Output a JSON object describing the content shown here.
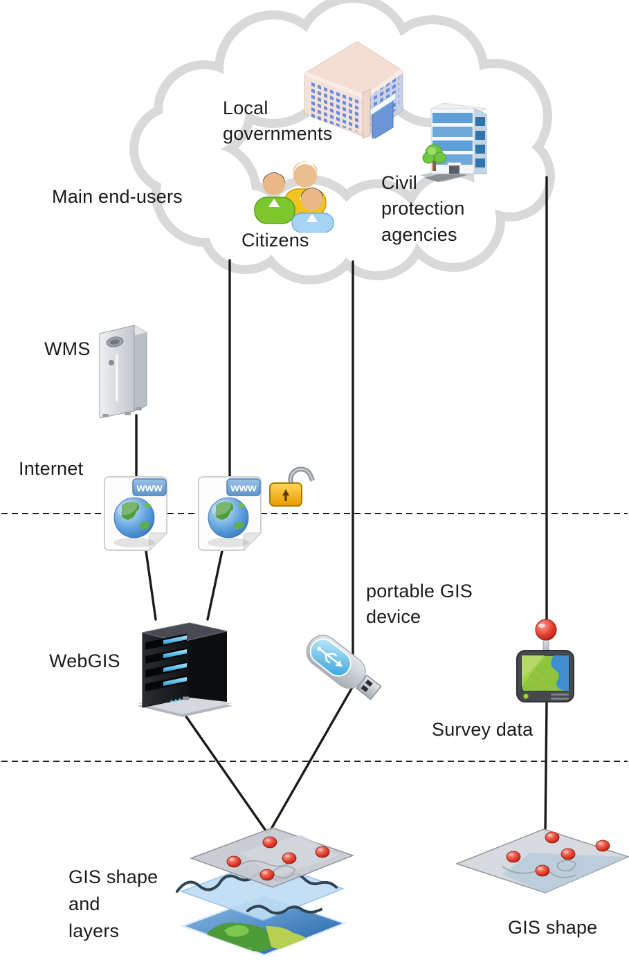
{
  "labels": {
    "main_end_users": "Main end-users",
    "local_governments": "Local\ngovernments",
    "citizens": "Citizens",
    "civil_protection": "Civil\nprotection\nagencies",
    "wms": "WMS",
    "internet": "Internet",
    "webgis": "WebGIS",
    "portable_gis": "portable GIS\ndevice",
    "survey_data": "Survey data",
    "gis_shape_layers": "GIS shape\nand\nlayers",
    "gis_shape": "GIS shape",
    "www_badge": "www"
  },
  "colors": {
    "cloud_outline": "#d9d9d9",
    "connector_line": "#1a1a1a",
    "pin_red": "#d63228",
    "lock_gold": "#f0ad00",
    "server_led_blue": "#4fc3f7",
    "www_badge_blue": "#6f9fd8",
    "globe_blue": "#4d94d8",
    "map_green": "#8fc53e",
    "sea_blue": "#2f6fb2"
  },
  "icons": {
    "cloud": "end-user cloud outline",
    "government-building-icon": "pink isometric government building",
    "civil-protection-building-icon": "blue glass office building with tree",
    "citizens-icon": "three person busts green yellow blue",
    "wms-server-icon": "silver tower server",
    "www-page-icon": "web page with globe and www badge",
    "open-lock-icon": "open gold padlock",
    "webgis-server-icon": "black rack server with blue leds",
    "usb-device-icon": "blue usb flash stick",
    "gps-device-icon": "handheld gps with red map pin",
    "gis-layers-icon": "stack of three map layers with red pins",
    "gis-shape-icon": "single map layer with red pins"
  },
  "structure": {
    "tiers": [
      "end users",
      "internet",
      "data sources"
    ],
    "edges": [
      [
        "WMS",
        "www gateway 1"
      ],
      [
        "end-user cloud",
        "www gateway 2"
      ],
      [
        "www gateway 1",
        "WebGIS"
      ],
      [
        "www gateway 2",
        "WebGIS"
      ],
      [
        "end-user cloud",
        "portable GIS device"
      ],
      [
        "end-user cloud",
        "survey device"
      ],
      [
        "WebGIS",
        "GIS shape and layers"
      ],
      [
        "portable GIS device",
        "GIS shape and layers"
      ],
      [
        "survey device",
        "GIS shape"
      ]
    ]
  }
}
